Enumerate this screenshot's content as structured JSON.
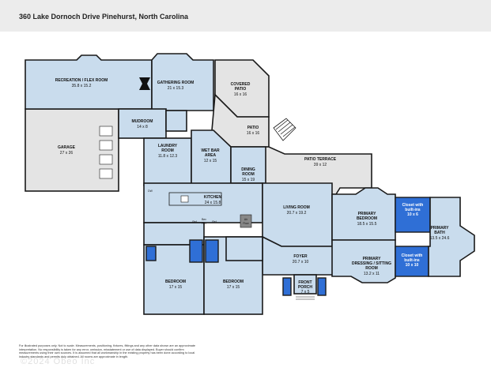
{
  "header": {
    "title": "360 Lake Dornoch Drive   Pinehurst, North Carolina"
  },
  "rooms": {
    "recreation": {
      "name": "RECREATION / FLEX ROOM",
      "size": "35.8 x 15.2"
    },
    "gathering": {
      "name": "GATHERING ROOM",
      "size": "21 x 15.3"
    },
    "covered_patio": {
      "name1": "COVERED",
      "name2": "PATIO",
      "size": "16 x 16"
    },
    "patio": {
      "name": "PATIO",
      "size": "16 x 16"
    },
    "mudroom": {
      "name": "MUDROOM",
      "size": "14 x 8"
    },
    "garage": {
      "name": "GARAGE",
      "size": "27 x 26"
    },
    "laundry": {
      "name1": "LAUNDRY",
      "name2": "ROOM",
      "size": "11.8 x 12.3"
    },
    "wet_bar": {
      "name1": "WET BAR",
      "name2": "AREA",
      "size": "12 x 15"
    },
    "patio_terrace": {
      "name": "PATIO TERRACE",
      "size": "39 x 12"
    },
    "dining": {
      "name1": "DINING",
      "name2": "ROOM",
      "size": "15 x 19"
    },
    "kitchen": {
      "name": "KITCHEN",
      "size": "24 x 15.8"
    },
    "living": {
      "name": "LIVING ROOM",
      "size": "20.7 x 19.2"
    },
    "primary_bedroom": {
      "name1": "PRIMARY",
      "name2": "BEDROOM",
      "size": "18.5 x 15.5"
    },
    "closet_top": {
      "name1": "Closet with",
      "name2": "built-ins",
      "size": "10 x 6"
    },
    "primary_bath": {
      "name1": "PRIMARY",
      "name2": "BATH",
      "size": "13.5 x 24.6"
    },
    "closet_bottom": {
      "name1": "Closet with",
      "name2": "built-ins",
      "size": "10 x 10"
    },
    "foyer": {
      "name": "FOYER",
      "size": "20.7 x 10"
    },
    "primary_dressing": {
      "name1": "PRIMARY",
      "name2": "DRESSING / SITTING",
      "name3": "ROOM",
      "size": "13.2 x 11"
    },
    "front_porch": {
      "name1": "FRONT",
      "name2": "PORCH",
      "size": "7 x 5"
    },
    "bedroom1": {
      "name": "BEDROOM",
      "size": "17 x 15"
    },
    "bedroom2": {
      "name": "BEDROOM",
      "size": "17 x 15"
    }
  },
  "fixtures": {
    "air_flow1": "Air",
    "air_flow2": "Flow",
    "dw": "DW",
    "ref1": "Ref",
    "ref2": "Ref",
    "bev_ref1": "Bev",
    "bev_ref2": "Ref"
  },
  "disclaimer": "For illustrated purposes only. Not to scale. Measurements, positioning, fixtures, fittings and any other data shown are an approximate interpretation. No responsibility is taken for any error, omission, misstatement or use of data displayed. Buyer should confirm measurements using their own sources. It is assumed that all workmanship in the existing property has been done according to local industry standards and permits duly obtained. All rooms are approximate in length.",
  "watermark": "©2024 Obeo Inc",
  "colors": {
    "room_fill": "#c9dced",
    "exterior_fill": "#e4e4e4",
    "closet_fill": "#2f6fd6",
    "wall": "#1a1a1a"
  }
}
